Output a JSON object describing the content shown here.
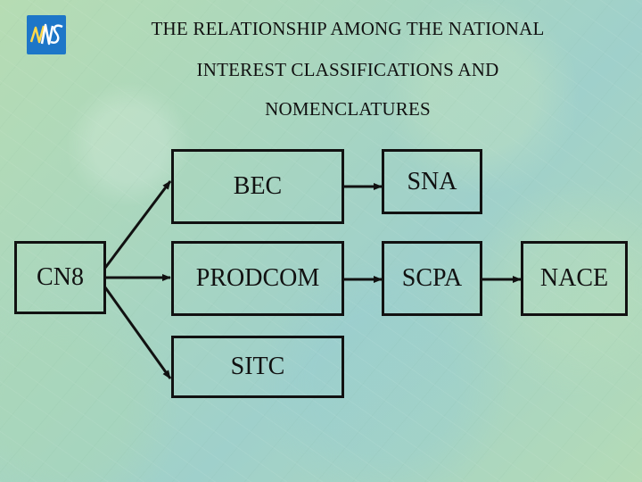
{
  "slide": {
    "title_lines": [
      "THE RELATIONSHIP AMONG THE NATIONAL",
      "INTEREST CLASSIFICATIONS AND",
      "NOMENCLATURES"
    ],
    "logo": {
      "icon": "wiis-logo-icon",
      "text": "WS",
      "color": "#1d76c8"
    }
  },
  "diagram": {
    "nodes": {
      "cn8": "CN8",
      "bec": "BEC",
      "prodcom": "PRODCOM",
      "sitc": "SITC",
      "sna": "SNA",
      "scpa": "SCPA",
      "nace": "NACE"
    },
    "edges": [
      [
        "CN8",
        "BEC"
      ],
      [
        "CN8",
        "PRODCOM"
      ],
      [
        "CN8",
        "SITC"
      ],
      [
        "BEC",
        "SNA"
      ],
      [
        "PRODCOM",
        "SCPA"
      ],
      [
        "SCPA",
        "NACE"
      ]
    ],
    "colors": {
      "stroke": "#111111"
    }
  }
}
